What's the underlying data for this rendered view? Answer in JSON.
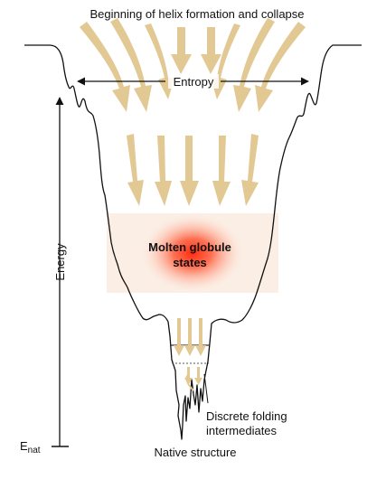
{
  "title": "Beginning of helix formation and collapse",
  "entropy_label": "Entropy",
  "energy_label": "Energy",
  "enat_label_main": "E",
  "enat_label_sub": "nat",
  "molten_label_line1": "Molten globule",
  "molten_label_line2": "states",
  "discrete_label_line1": "Discrete folding",
  "discrete_label_line2": "intermediates",
  "native_label": "Native structure",
  "colors": {
    "arrow_fill": "#e2c892",
    "band_fill": "#fbeee4",
    "glow_core": "#ff3a1f",
    "outline": "#111111"
  }
}
